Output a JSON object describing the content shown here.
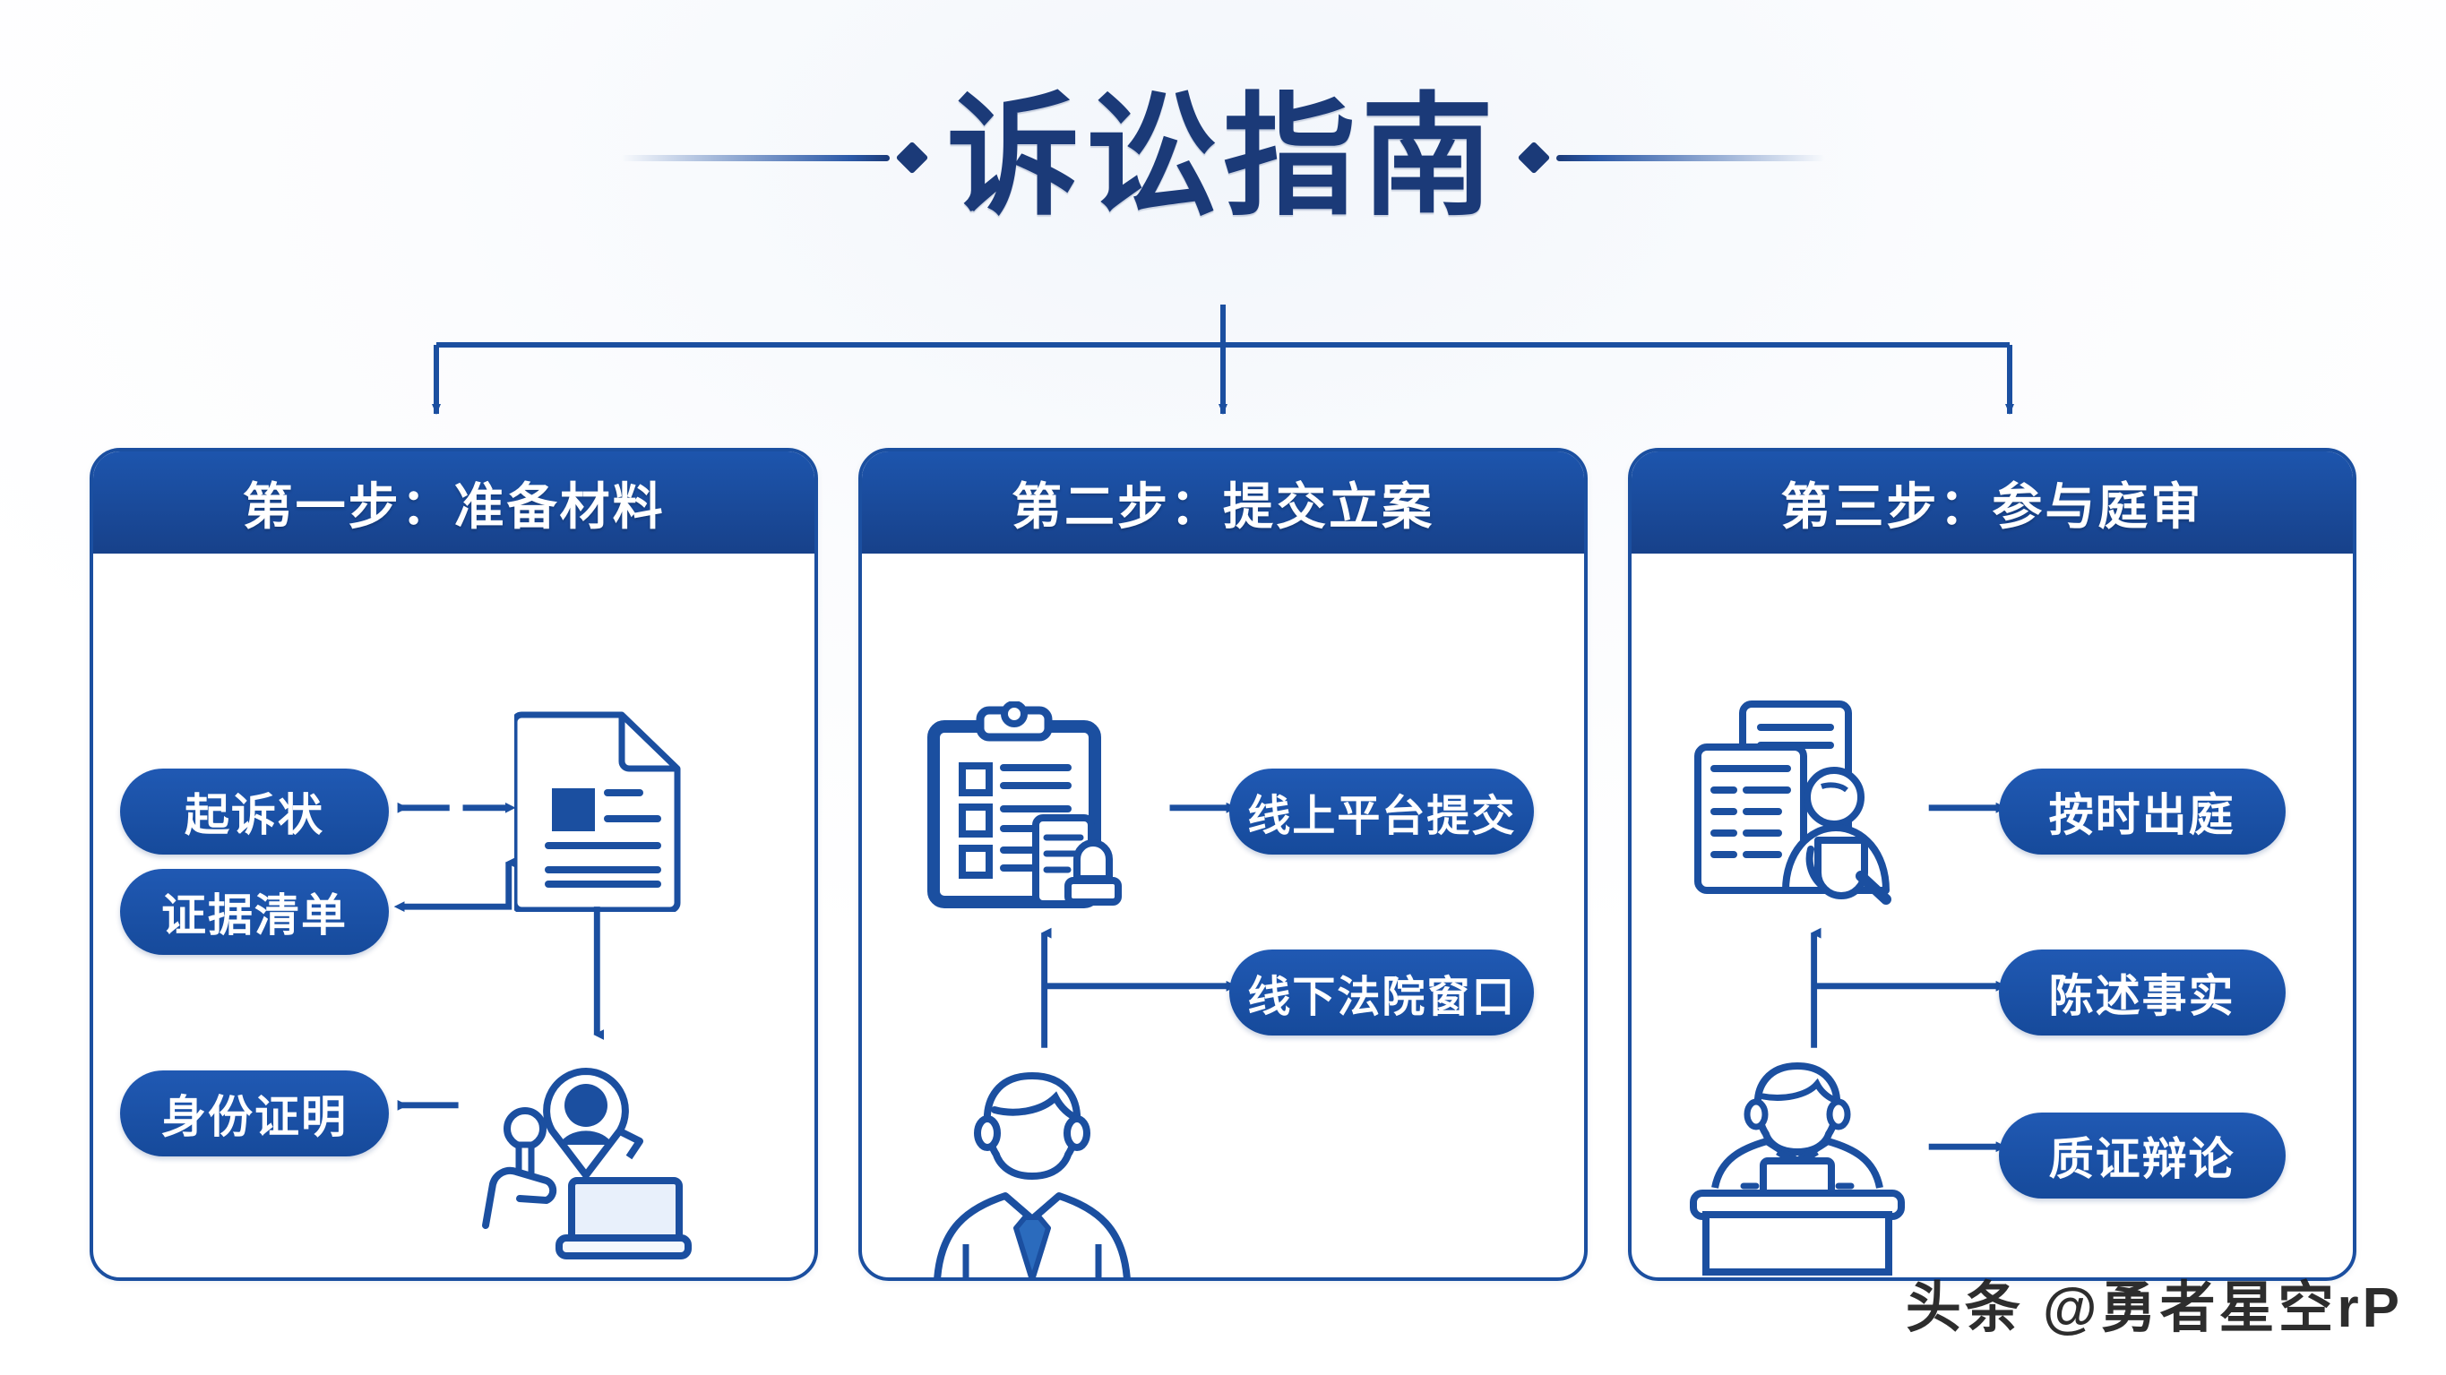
{
  "page": {
    "title": "诉讼指南",
    "background_color": "#ffffff",
    "accent_color": "#1b4fa0",
    "title_color": "#1b3a78",
    "header_color": "#17418a",
    "pill_color": "#2059b3"
  },
  "decor": {
    "left_arrow": "left-arrow-decoration",
    "right_diamond": "right-diamond-decoration"
  },
  "columns": [
    {
      "header": "第一步：准备材料",
      "items": [
        {
          "label": "起诉状"
        },
        {
          "label": "证据清单"
        },
        {
          "label": "身份证明"
        }
      ],
      "icons": [
        {
          "name": "document-icon"
        },
        {
          "name": "identity-stamp-laptop-icon"
        }
      ]
    },
    {
      "header": "第二步：提交立案",
      "items": [
        {
          "label": "线上平台提交"
        },
        {
          "label": "线下法院窗口"
        }
      ],
      "icons": [
        {
          "name": "clipboard-checklist-icon"
        },
        {
          "name": "businessman-icon"
        }
      ]
    },
    {
      "header": "第三步：参与庭审",
      "items": [
        {
          "label": "按时出庭"
        },
        {
          "label": "陈述事实"
        },
        {
          "label": "质证辩论"
        }
      ],
      "icons": [
        {
          "name": "documents-magnifier-person-icon"
        },
        {
          "name": "judge-bench-icon"
        }
      ]
    }
  ],
  "watermark": {
    "text": "头条 @勇者星空rP"
  }
}
